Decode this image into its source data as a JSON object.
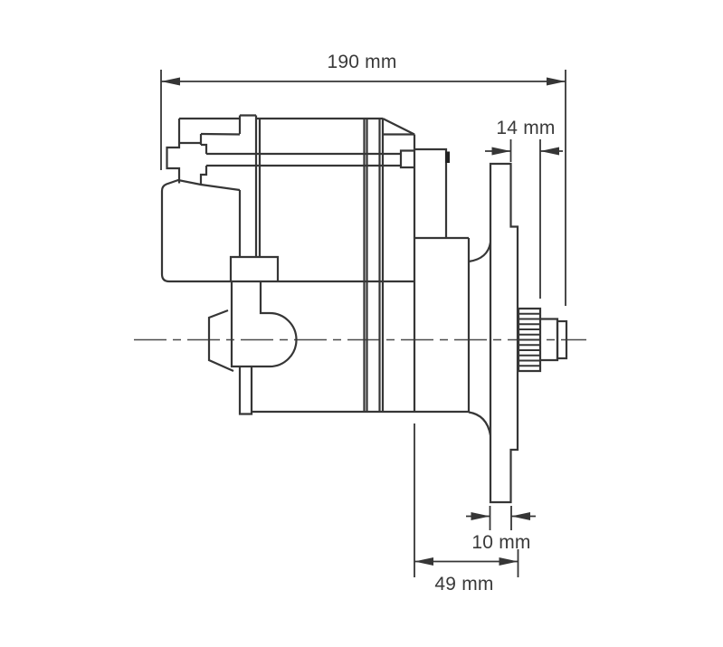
{
  "page": {
    "background": "#ffffff"
  },
  "drawing": {
    "line_color": "#3a3a3a",
    "text_color": "#3a3a3a"
  },
  "dimensions": {
    "overall_length": {
      "label": "190 mm"
    },
    "pinion_projection": {
      "label": "14 mm"
    },
    "flange_thickness": {
      "label": "10 mm"
    },
    "nose_length": {
      "label": "49 mm"
    }
  }
}
